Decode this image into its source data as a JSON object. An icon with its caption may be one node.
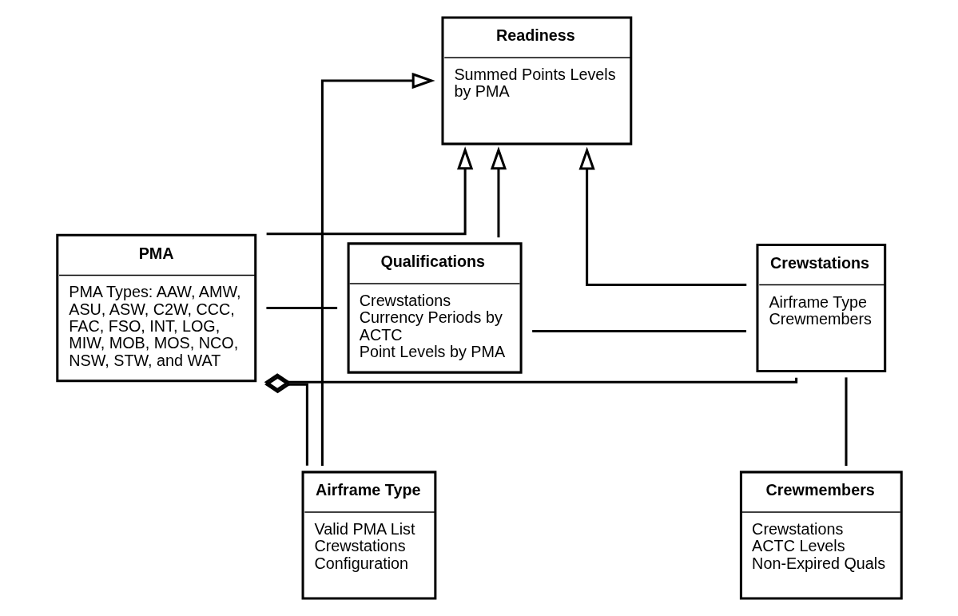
{
  "diagram": {
    "nodes": [
      {
        "text": [
          "Readiness",
          "Summed Points Levels by PMA"
        ]
      },
      {
        "text": [
          "PMA",
          "PMA Types: AAW, AMW, ASU, ASW, C2W, CCC, FAC, FSO, INT, LOG, MIW, MOB, MOS, NCO, NSW, STW, and WAT"
        ]
      },
      {
        "text": [
          "Qualifications",
          "Crewstations",
          "Currency Periods by ACTC",
          "Point Levels by PMA"
        ]
      },
      {
        "text": [
          "Crewstations",
          "Airframe Type",
          "Crewmembers"
        ]
      },
      {
        "text": [
          "Airframe Type",
          "Valid PMA List",
          "Crewstations",
          "Configuration"
        ]
      },
      {
        "text": [
          "Crewmembers",
          "Crewstations",
          "ACTC Levels",
          "Non-Expired Quals"
        ]
      }
    ],
    "edges": [
      {
        "from": 1,
        "to": 0,
        "arrow": "to"
      },
      {
        "from": 2,
        "to": 0,
        "arrow": "to"
      },
      {
        "from": 3,
        "to": 0,
        "arrow": "to"
      },
      {
        "from": 4,
        "to": 0,
        "arrow": "to"
      },
      {
        "from": 1,
        "to": 2,
        "arrow": "none"
      },
      {
        "from": 2,
        "to": 3,
        "arrow": "none"
      },
      {
        "from": 1,
        "to": 4,
        "arrow": "other"
      },
      {
        "from": 1,
        "to": 3,
        "arrow": "other"
      },
      {
        "from": 3,
        "to": 5,
        "arrow": "none"
      }
    ]
  }
}
